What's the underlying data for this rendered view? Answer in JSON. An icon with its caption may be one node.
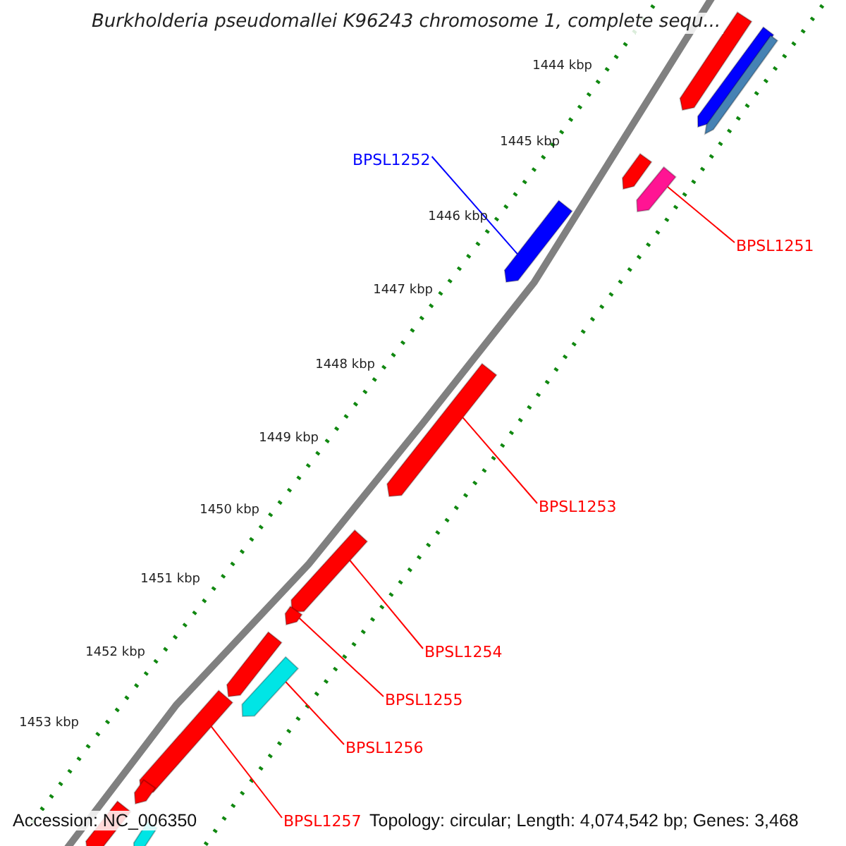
{
  "diagram": {
    "title": "Burkholderia pseudomallei K96243 chromosome 1, complete sequ...",
    "nodes": [
      {
        "text": [
          "BPSL1252"
        ]
      },
      {
        "text": [
          "BPSL1251"
        ]
      },
      {
        "text": [
          "BPSL1253"
        ]
      },
      {
        "text": [
          "BPSL1254"
        ]
      },
      {
        "text": [
          "BPSL1255"
        ]
      },
      {
        "text": [
          "BPSL1256"
        ]
      },
      {
        "text": [
          "BPSL1257"
        ]
      },
      {
        "text": [],
        "shape": "bar"
      },
      {
        "text": [],
        "shape": "bar"
      },
      {
        "text": [],
        "shape": "bar"
      },
      {
        "text": [],
        "shape": "bar"
      },
      {
        "text": [],
        "shape": "bar"
      },
      {
        "text": [],
        "shape": "bar"
      },
      {
        "text": [],
        "shape": "bar"
      },
      {
        "text": [],
        "shape": "bar"
      },
      {
        "text": [],
        "shape": "bar"
      },
      {
        "text": [],
        "shape": "bar"
      },
      {
        "text": [],
        "shape": "bar"
      },
      {
        "text": [],
        "shape": "bar"
      },
      {
        "text": [],
        "shape": "bar"
      },
      {
        "text": [],
        "shape": "bar"
      },
      {
        "text": [],
        "shape": "bar"
      }
    ],
    "edges": [
      {
        "from": 0,
        "to": 8,
        "arrow": "none",
        "color": "#0000ff"
      },
      {
        "from": 1,
        "to": 7,
        "arrow": "none"
      },
      {
        "from": 2,
        "to": 9,
        "arrow": "none"
      },
      {
        "from": 3,
        "to": 10,
        "arrow": "none"
      },
      {
        "from": 4,
        "to": 11,
        "arrow": "none"
      },
      {
        "from": 5,
        "to": 12,
        "arrow": "none"
      },
      {
        "from": 6,
        "to": 13,
        "arrow": "none"
      }
    ],
    "labels": [
      "1444 kbp",
      "1445 kbp",
      "1446 kbp",
      "1447 kbp",
      "1448 kbp",
      "1449 kbp",
      "1450 kbp",
      "1451 kbp",
      "1452 kbp",
      "1453 kbp",
      "Accession: NC_006350",
      "Topology: circular; Length: 4,074,542 bp; Genes: 3,468"
    ]
  }
}
